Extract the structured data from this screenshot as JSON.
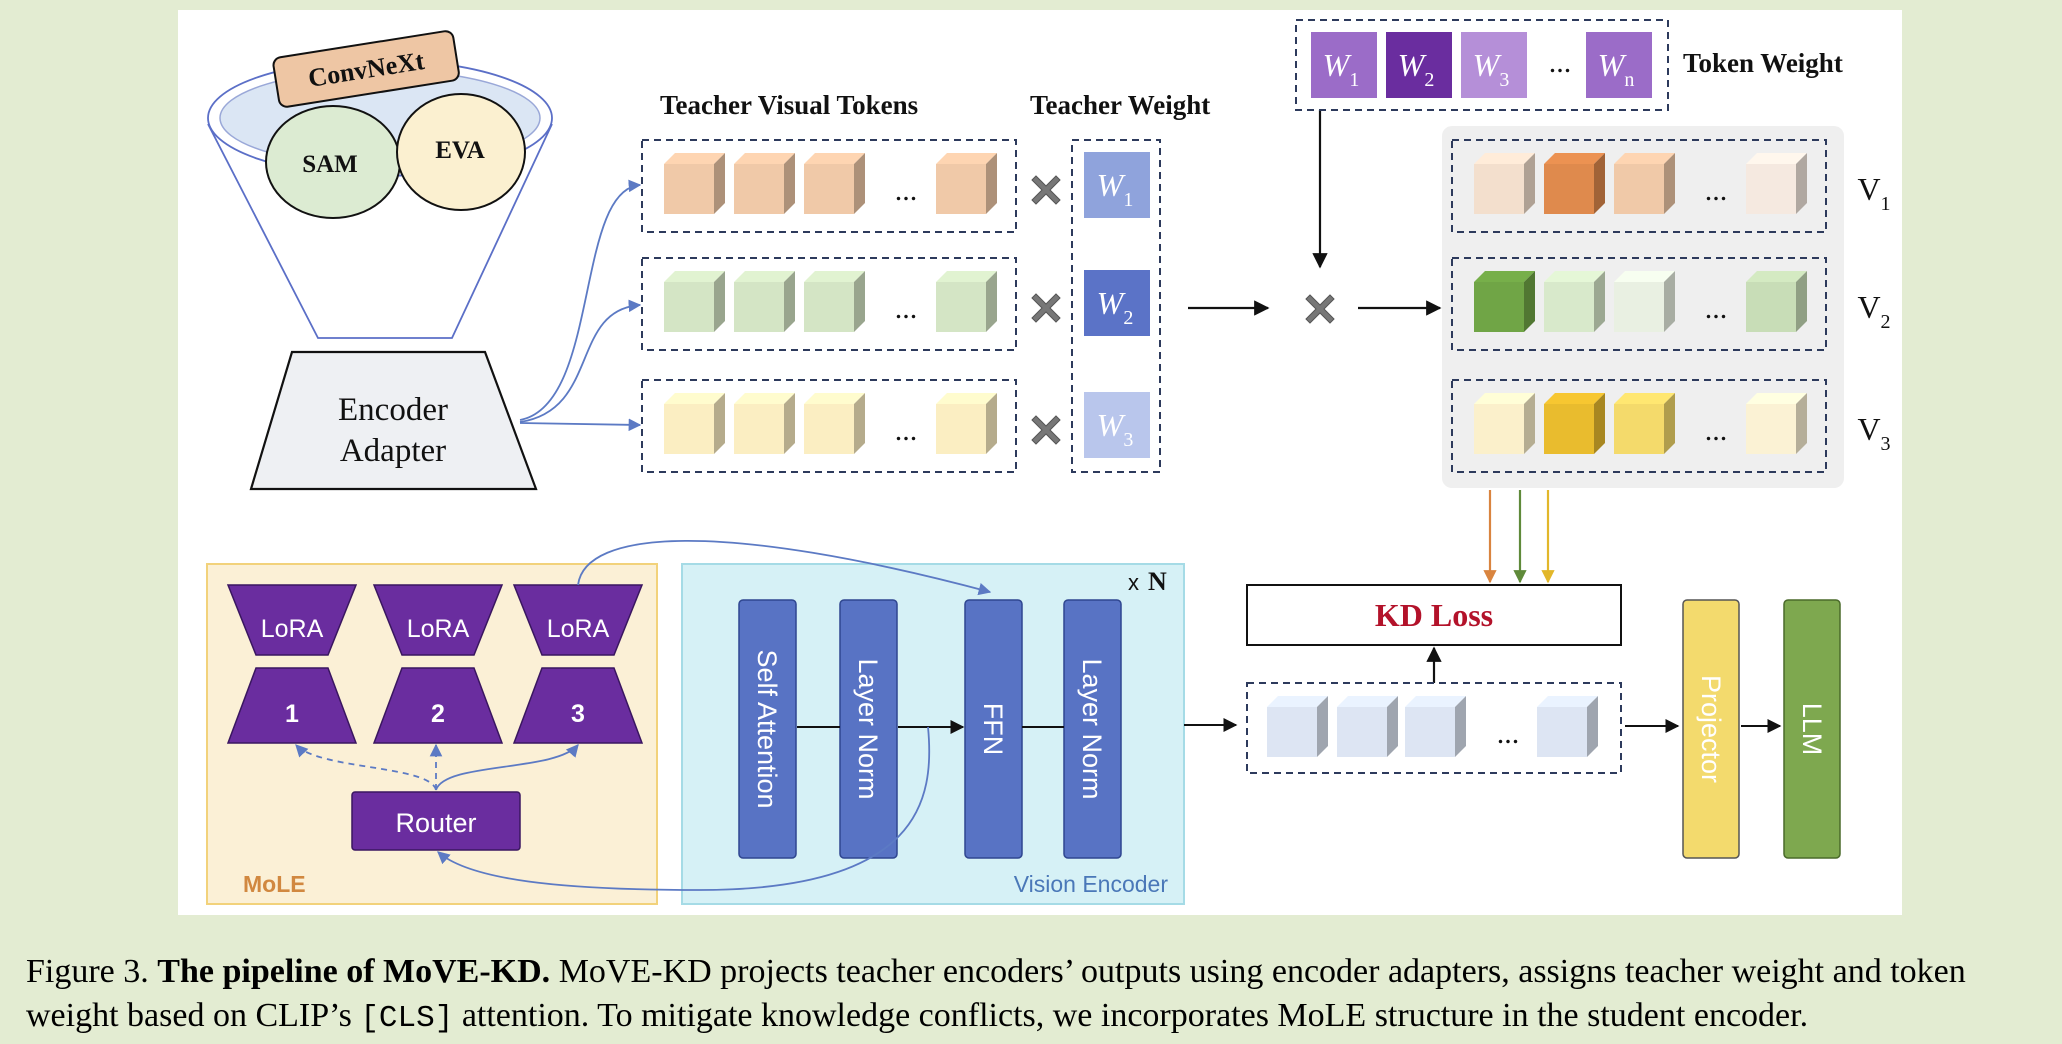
{
  "funnel": {
    "top_label": "ConvNeXt",
    "left_label": "SAM",
    "right_label": "EVA",
    "adapter_line1": "Encoder",
    "adapter_line2": "Adapter"
  },
  "teacher": {
    "tokens_title": "Teacher Visual Tokens",
    "weight_title": "Teacher Weight",
    "ellipsis": "...",
    "weights": [
      {
        "base": "W",
        "sub": "1"
      },
      {
        "base": "W",
        "sub": "2"
      },
      {
        "base": "W",
        "sub": "3"
      }
    ]
  },
  "token_weight": {
    "title": "Token Weight",
    "cells": [
      {
        "base": "W",
        "sub": "1"
      },
      {
        "base": "W",
        "sub": "2"
      },
      {
        "base": "W",
        "sub": "3"
      },
      {
        "base": "W",
        "sub": "n"
      }
    ],
    "ellipsis": "..."
  },
  "weighted_tokens": {
    "rows": [
      {
        "base": "V",
        "sub": "1"
      },
      {
        "base": "V",
        "sub": "2"
      },
      {
        "base": "V",
        "sub": "3"
      }
    ]
  },
  "mole": {
    "title": "MoLE",
    "lora_label": "LoRA",
    "experts": [
      "1",
      "2",
      "3"
    ],
    "router": "Router"
  },
  "vision_encoder": {
    "title": "Vision Encoder",
    "repeat_x": "x",
    "repeat_n": "N",
    "blocks": [
      "Self Attention",
      "Layer Norm",
      "FFN",
      "Layer Norm"
    ]
  },
  "kd_loss": "KD Loss",
  "projector": "Projector",
  "llm": "LLM",
  "student_ellipsis": "...",
  "caption": {
    "figure": "Figure 3.",
    "bold": "The pipeline of MoVE-KD.",
    "text1": "MoVE-KD projects teacher encoders’ outputs using encoder adapters, assigns teacher weight and token weight based on CLIP’s",
    "cls": "[CLS]",
    "text2": "attention. To mitigate knowledge conflicts, we incorporates MoLE structure in the student encoder."
  },
  "colors": {
    "page_bg": "#e3ecd2",
    "panel_bg": "#ffffff",
    "teacher_orange": "#f0c9a8",
    "teacher_green": "#d4e5c5",
    "teacher_yellow": "#fbeec2",
    "teacher_weight_blue": "#5b73c7",
    "token_weight_purple": "#7e4fb5",
    "mole_bg": "#fbf0d6",
    "mole_purple": "#6a2d9f",
    "encoder_bg": "#d6f1f6",
    "encoder_block": "#5873c4",
    "kd_loss_red": "#b3122a",
    "projector_yellow": "#f3da6d",
    "llm_green": "#7ea84f"
  }
}
